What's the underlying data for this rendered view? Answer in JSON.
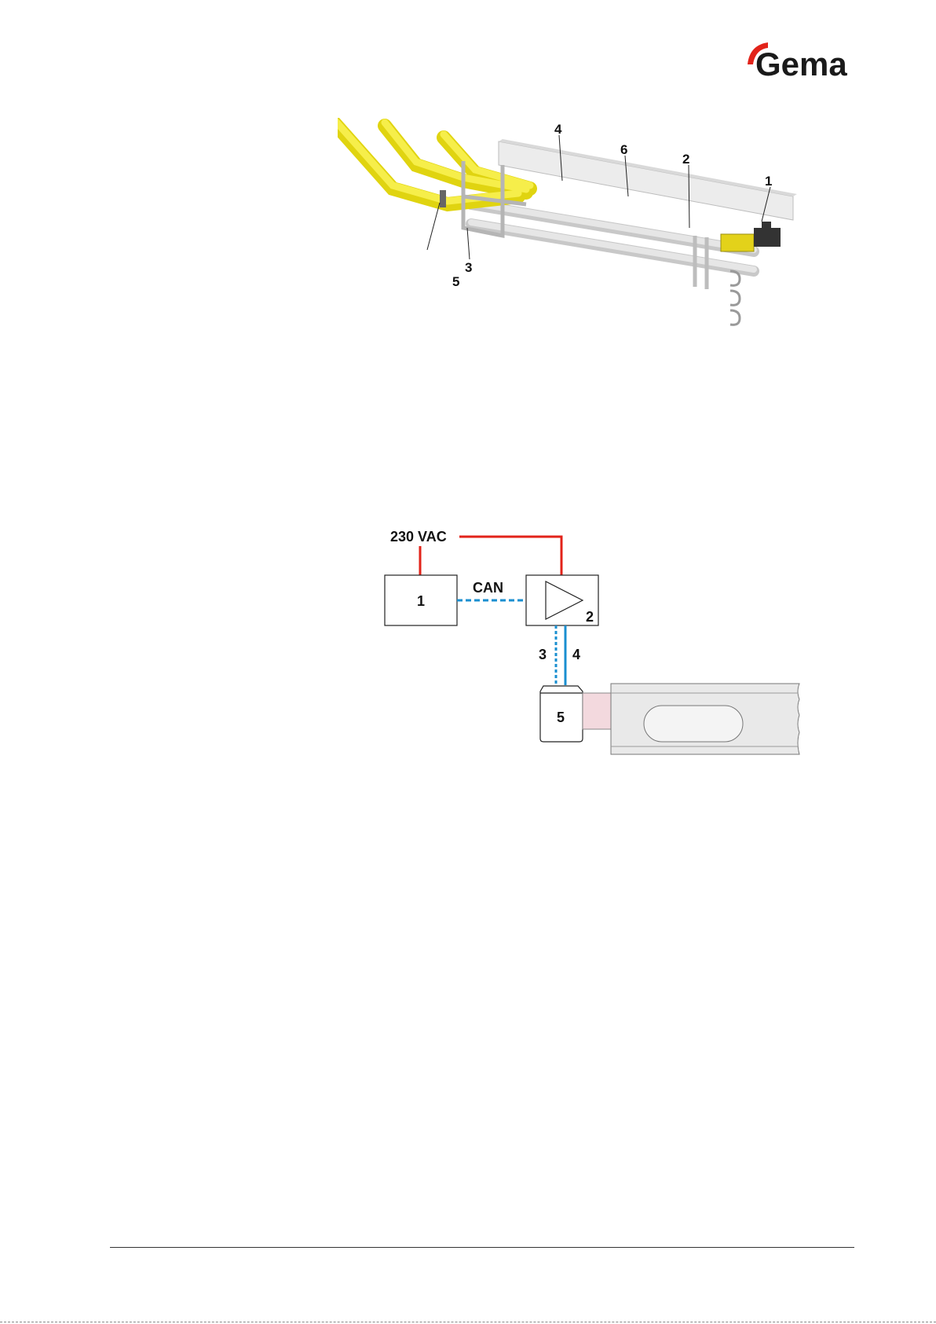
{
  "header": {
    "logo_text": "Gema",
    "logo_accent_color": "#e2231a"
  },
  "figure1": {
    "callouts": [
      "1",
      "2",
      "3",
      "4",
      "5",
      "6"
    ]
  },
  "figure2": {
    "supply_label": "230 VAC",
    "bus_label": "CAN",
    "blocks": [
      "1",
      "2",
      "5"
    ],
    "line_labels": [
      "3",
      "4"
    ],
    "colors": {
      "power_line": "#e2231a",
      "signal_line": "#1a8fd0",
      "hose": "#f3d9de",
      "booth": "#e9e9e9",
      "tube_yellow": "#f2e81c"
    }
  }
}
